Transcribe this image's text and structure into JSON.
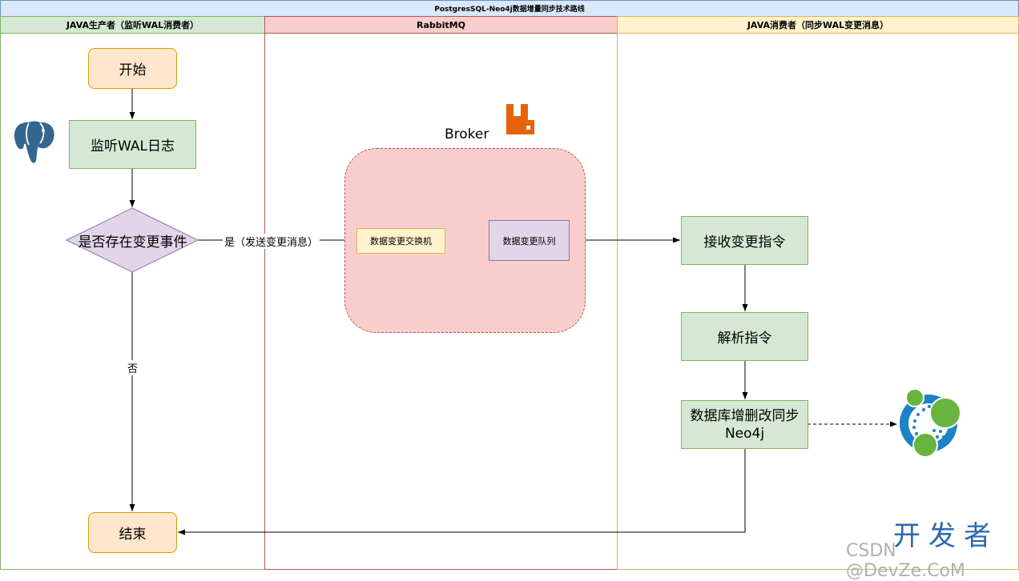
{
  "diagram": {
    "title": "PostgresSQL-Neo4j数据增量同步技术路线",
    "lanes": [
      {
        "label": "JAVA生产者（监听WAL消费者）"
      },
      {
        "label": "RabbitMQ"
      },
      {
        "label": "JAVA消费者（同步WAL变更消息）"
      }
    ],
    "nodes": {
      "start": "开始",
      "listen": "监听WAL日志",
      "decision": "是否存在变更事件",
      "end": "结束",
      "broker": "Broker",
      "exchange": "数据变更交换机",
      "queue": "数据变更队列",
      "receive": "接收变更指令",
      "parse": "解析指令",
      "sync_line1": "数据库增删改同步",
      "sync_line2": "Neo4j"
    },
    "edges": {
      "yes_label": "是（发送变更消息）",
      "no_label": "否"
    },
    "icons": [
      "postgresql-elephant-icon",
      "rabbitmq-icon",
      "neo4j-icon"
    ],
    "colors": {
      "title_fill": "#dae8fc",
      "producer_lane": "#d5e8d4",
      "rabbit_lane": "#f8cecc",
      "consumer_lane": "#fff2cc",
      "rabbit_orange": "#e8620e",
      "neo4j_blue": "#1b83c6",
      "neo4j_green": "#69b33f"
    }
  },
  "watermark": {
    "cn": "开发者",
    "en": "CSDN @DevZe.CoM"
  }
}
